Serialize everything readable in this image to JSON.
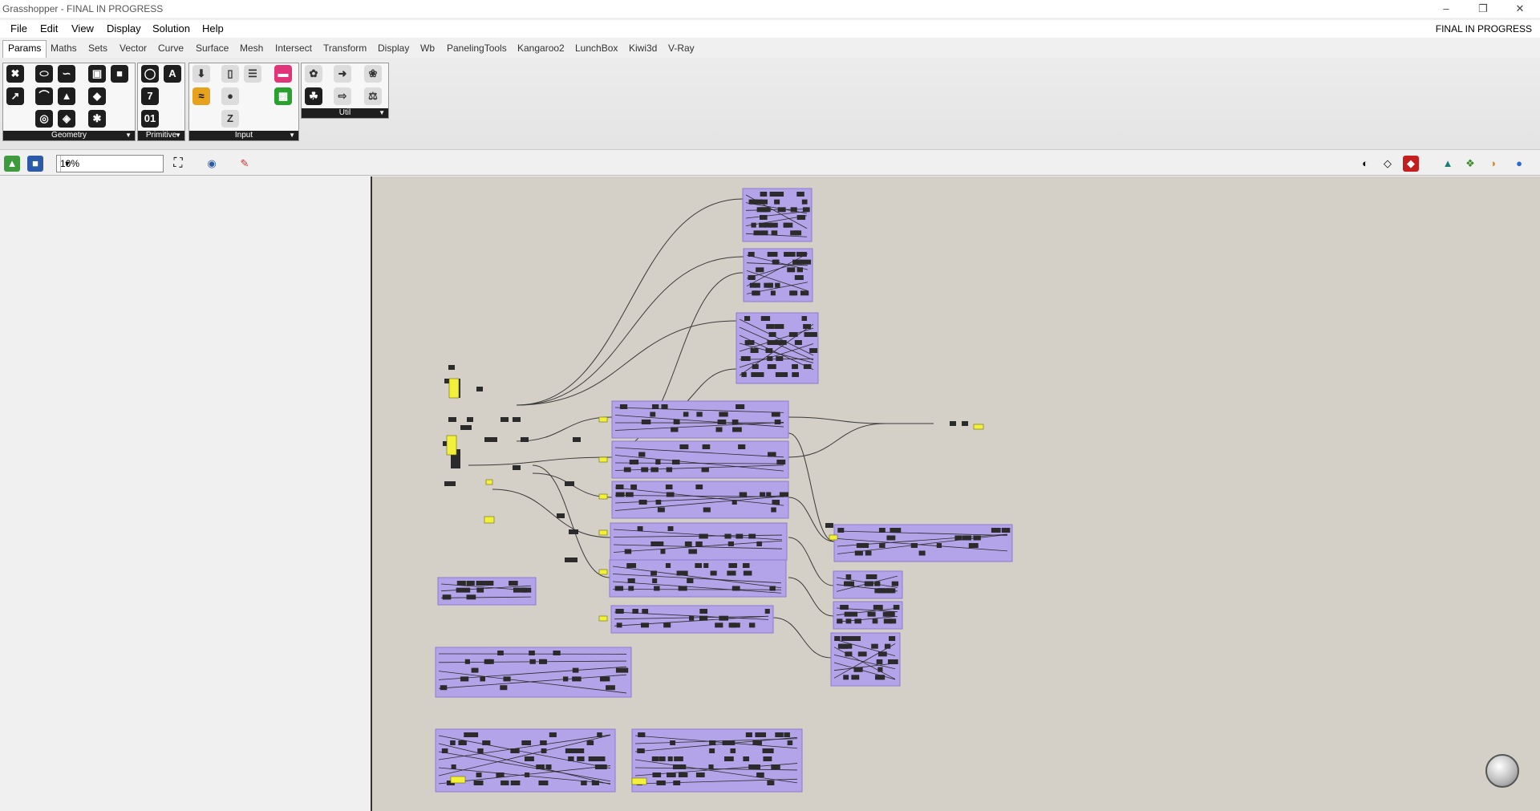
{
  "window": {
    "title": "Grasshopper - FINAL IN PROGRESS",
    "document_name": "FINAL IN PROGRESS"
  },
  "menu": [
    "File",
    "Edit",
    "View",
    "Display",
    "Solution",
    "Help"
  ],
  "tabs": [
    "Params",
    "Maths",
    "Sets",
    "Vector",
    "Curve",
    "Surface",
    "Mesh",
    "Intersect",
    "Transform",
    "Display",
    "Wb",
    "PanelingTools",
    "Kangaroo2",
    "LunchBox",
    "Kiwi3d",
    "V-Ray"
  ],
  "active_tab": "Params",
  "panels": [
    {
      "label": "Geometry"
    },
    {
      "label": "Primitive"
    },
    {
      "label": "Input"
    },
    {
      "label": "Util"
    }
  ],
  "toolbar": {
    "zoom": "10%"
  },
  "colors": {
    "canvas": "#d4d0c8",
    "group_fill": "#b3a3e8",
    "panel_yellow": "#f2f03a",
    "component": "#2b2b2b"
  },
  "icons": {
    "open": "folder-open-icon",
    "save": "save-icon",
    "zoom-extents": "zoom-extents-icon",
    "preview": "eye-icon",
    "sketch": "sketch-pen-icon"
  }
}
